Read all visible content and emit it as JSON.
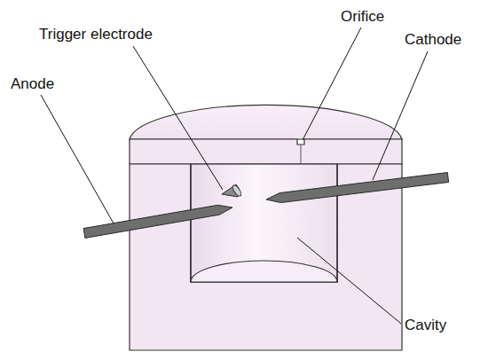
{
  "diagram": {
    "labels": [
      "Trigger electrode",
      "Orifice",
      "Cathode",
      "Anode",
      "Cavity"
    ]
  }
}
